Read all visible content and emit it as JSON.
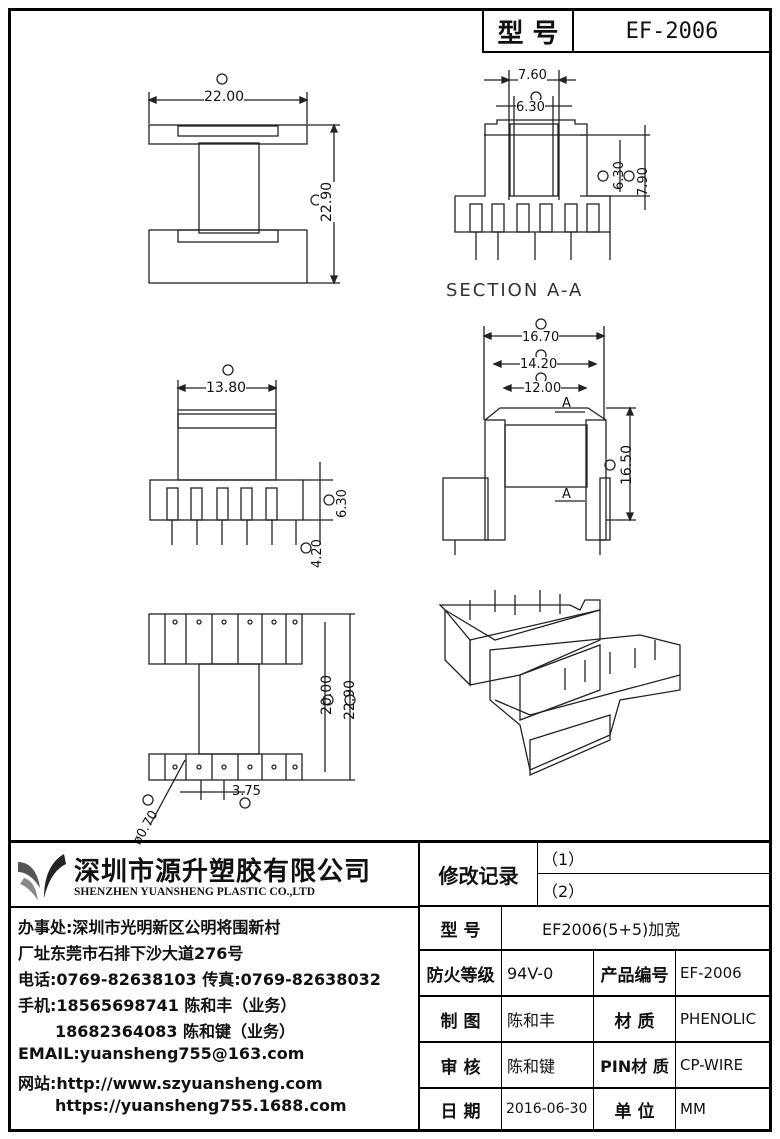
{
  "header": {
    "model_label": "型 号",
    "model_value": "EF-2006"
  },
  "drawing": {
    "views": {
      "top": {
        "width_dim": "22.00",
        "height_dim": "22.90"
      },
      "section": {
        "w1": "7.60",
        "w2": "6.30",
        "h1": "6.30",
        "h2": "7.90",
        "caption": "SECTION A-A"
      },
      "side": {
        "w1": "16.70",
        "w2": "14.20",
        "w3": "12.00",
        "h": "16.50",
        "cut_label": "A"
      },
      "front": {
        "w": "13.80",
        "h1": "6.30",
        "h2": "4.20"
      },
      "bottom": {
        "h1": "20.00",
        "h2": "22.90",
        "pin_dia": "ø0.70",
        "pitch": "3.75"
      }
    }
  },
  "company": {
    "name_cn": "深圳市源升塑胶有限公司",
    "name_en": "SHENZHEN YUANSHENG PLASTIC CO.,LTD",
    "office": "办事处:深圳市光明新区公明将围新村",
    "factory": "厂址东莞市石排下沙大道276号",
    "phone": "电话:0769-82638103 传真:0769-82638032",
    "mobile1": "手机:18565698741 陈和丰（业务）",
    "mobile2": "18682364083 陈和键（业务）",
    "email": "EMAIL:yuansheng755@163.com",
    "web1": "网站:http://www.szyuansheng.com",
    "web2": "https://yuansheng755.1688.com"
  },
  "table": {
    "revision_label": "修改记录",
    "rev1": "（1）",
    "rev2": "（2）",
    "model_label": "型 号",
    "model_value": "EF2006(5+5)加宽",
    "fire_label": "防火等级",
    "fire_value": "94V-0",
    "product_no_label": "产品编号",
    "product_no_value": "EF-2006",
    "drawn_label": "制 图",
    "drawn_value": "陈和丰",
    "material_label": "材 质",
    "material_value": "PHENOLIC",
    "check_label": "审 核",
    "check_value": "陈和键",
    "pin_label": "PIN材 质",
    "pin_value": "CP-WIRE",
    "date_label": "日 期",
    "date_value": "2016-06-30",
    "unit_label": "单 位",
    "unit_value": "MM"
  }
}
